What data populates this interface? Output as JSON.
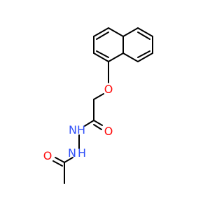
{
  "molecule": {
    "atom_labels": {
      "ether_oxygen": "O",
      "carbonyl_oxygen_upper": "O",
      "nh_upper": "NH",
      "h_upper": "H",
      "nh_lower": "N",
      "h_lower": "H",
      "carbonyl_oxygen_lower": "O"
    },
    "colors": {
      "oxygen": "#ff0d0d",
      "nitrogen": "#3050f8",
      "bond": "#000000"
    }
  }
}
